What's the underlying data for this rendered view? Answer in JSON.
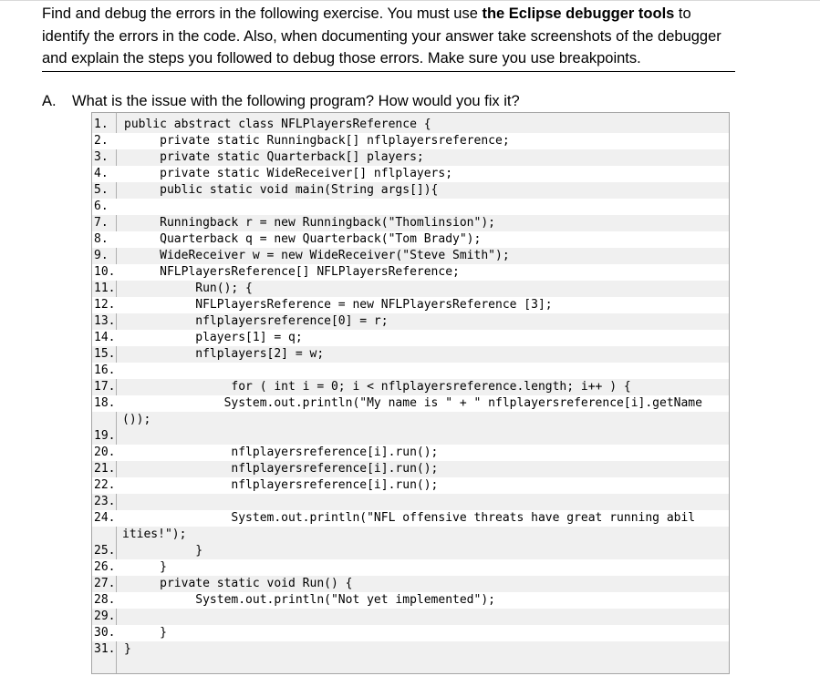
{
  "intro": {
    "part1": "Find and debug the errors in the following exercise. You must use ",
    "bold": "the Eclipse debugger tools",
    "part2": " to identify the errors in the code. Also, when documenting your answer take screenshots of the debugger and explain the steps you followed to debug those errors. Make sure you use breakpoints."
  },
  "question": {
    "letter": "A.",
    "text": "What is the issue with the following program? How would you fix it?"
  },
  "code_lines": [
    {
      "num": "1.",
      "code": "public abstract class NFLPlayersReference {"
    },
    {
      "num": "2.",
      "code": "     private static Runningback[] nflplayersreference;"
    },
    {
      "num": "3.",
      "code": "     private static Quarterback[] players;"
    },
    {
      "num": "4.",
      "code": "     private static WideReceiver[] nflplayers;"
    },
    {
      "num": "5.",
      "code": "     public static void main(String args[]){"
    },
    {
      "num": "6.",
      "code": ""
    },
    {
      "num": "7.",
      "code": "     Runningback r = new Runningback(\"Thomlinsion\");"
    },
    {
      "num": "8.",
      "code": "     Quarterback q = new Quarterback(\"Tom Brady\");"
    },
    {
      "num": "9.",
      "code": "     WideReceiver w = new WideReceiver(\"Steve Smith\");"
    },
    {
      "num": "10.",
      "code": "     NFLPlayersReference[] NFLPlayersReference;"
    },
    {
      "num": "11.",
      "code": "          Run(); {"
    },
    {
      "num": "12.",
      "code": "          NFLPlayersReference = new NFLPlayersReference [3];"
    },
    {
      "num": "13.",
      "code": "          nflplayersreference[0] = r;"
    },
    {
      "num": "14.",
      "code": "          players[1] = q;"
    },
    {
      "num": "15.",
      "code": "          nflplayers[2] = w;"
    },
    {
      "num": "16.",
      "code": ""
    },
    {
      "num": "17.",
      "code": "               for ( int i = 0; i < nflplayersreference.length; i++ ) {"
    },
    {
      "num": "18.",
      "code": "              System.out.println(\"My name is \" + \" nflplayersreference[i].getName"
    },
    {
      "num": "19.",
      "code": ""
    },
    {
      "num": "20.",
      "code": "               nflplayersreference[i].run();"
    },
    {
      "num": "21.",
      "code": "               nflplayersreference[i].run();"
    },
    {
      "num": "22.",
      "code": "               nflplayersreference[i].run();"
    },
    {
      "num": "23.",
      "code": ""
    },
    {
      "num": "24.",
      "code": "               System.out.println(\"NFL offensive threats have great running abil"
    },
    {
      "num": "25.",
      "code": "          }"
    },
    {
      "num": "26.",
      "code": "     }"
    },
    {
      "num": "27.",
      "code": "     private static void Run() {"
    },
    {
      "num": "28.",
      "code": "          System.out.println(\"Not yet implemented\");"
    },
    {
      "num": "29.",
      "code": ""
    },
    {
      "num": "30.",
      "code": "     }"
    },
    {
      "num": "31.",
      "code": "}"
    }
  ],
  "continuations": {
    "after_18": "());",
    "after_24": "ities!\");"
  }
}
